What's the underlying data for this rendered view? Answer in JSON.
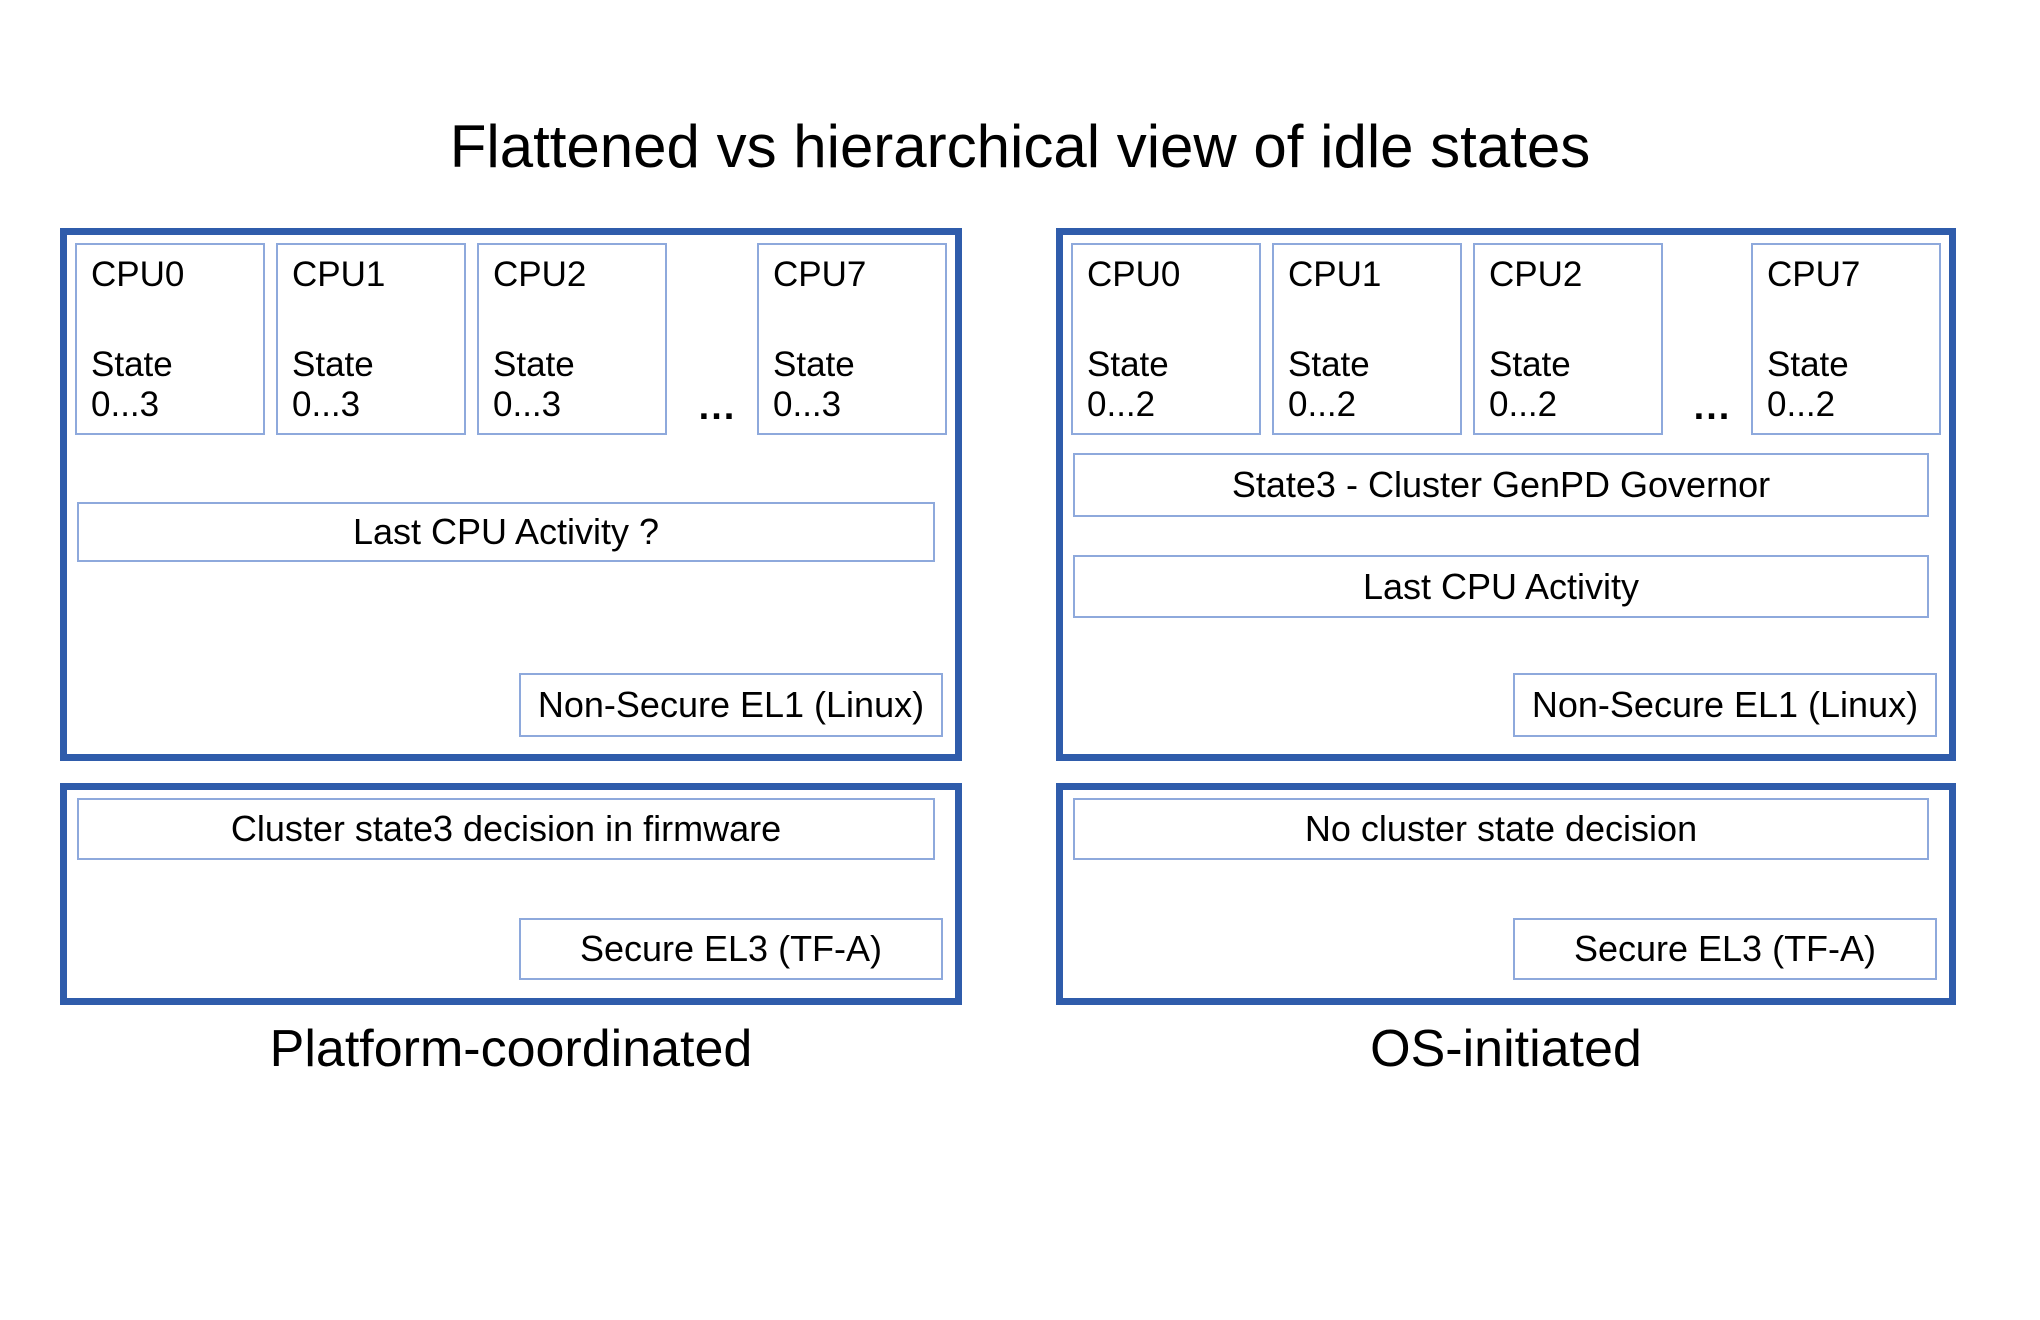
{
  "title": "Flattened vs hierarchical view of idle states",
  "colors": {
    "panel_border": "#2F5CAB",
    "box_border": "#8EA9DC",
    "text": "#000000",
    "background": "#FFFFFF"
  },
  "panels": {
    "flattened": {
      "caption": "Platform-coordinated",
      "ellipsis": "...",
      "cpus": [
        {
          "name": "CPU0",
          "state": "State\n0...3"
        },
        {
          "name": "CPU1",
          "state": "State\n0...3"
        },
        {
          "name": "CPU2",
          "state": "State\n0...3"
        },
        {
          "name": "CPU7",
          "state": "State\n0...3"
        }
      ],
      "activity_box": "Last CPU Activity ?",
      "el1_box": "Non-Secure EL1 (Linux)",
      "decision_box": "Cluster state3 decision in firmware",
      "el3_box": "Secure EL3 (TF-A)"
    },
    "hierarchical": {
      "caption": "OS-initiated",
      "ellipsis": "...",
      "cpus": [
        {
          "name": "CPU0",
          "state": "State\n0...2"
        },
        {
          "name": "CPU1",
          "state": "State\n0...2"
        },
        {
          "name": "CPU2",
          "state": "State\n0...2"
        },
        {
          "name": "CPU7",
          "state": "State\n0...2"
        }
      ],
      "governor_box": "State3 - Cluster GenPD Governor",
      "activity_box": "Last CPU Activity",
      "el1_box": "Non-Secure EL1 (Linux)",
      "decision_box": "No cluster state decision",
      "el3_box": "Secure EL3 (TF-A)"
    }
  }
}
